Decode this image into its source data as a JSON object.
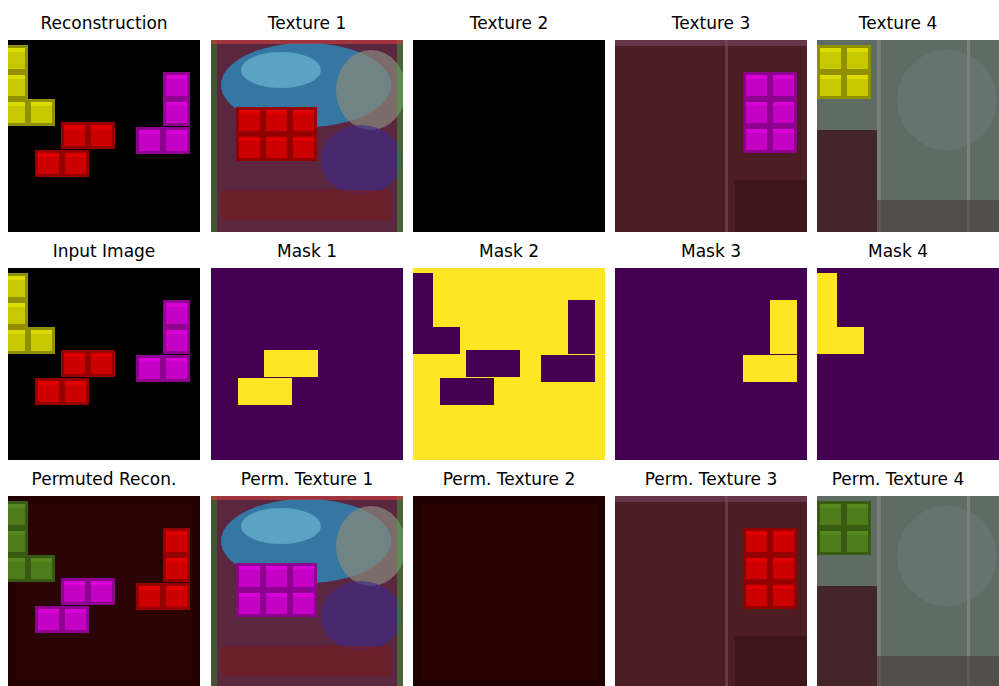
{
  "diagram": {
    "nodes": [
      {
        "text": [
          "Reconstruction"
        ]
      },
      {
        "text": [
          "Texture 1"
        ]
      },
      {
        "text": [
          "Texture 2"
        ]
      },
      {
        "text": [
          "Texture 3"
        ]
      },
      {
        "text": [
          "Texture 4"
        ]
      },
      {
        "text": [
          "Input Image"
        ]
      },
      {
        "text": [
          "Mask 1"
        ]
      },
      {
        "text": [
          "Mask 2"
        ]
      },
      {
        "text": [
          "Mask 3"
        ]
      },
      {
        "text": [
          "Mask 4"
        ]
      },
      {
        "text": [
          "Permuted Recon."
        ]
      },
      {
        "text": [
          "Perm. Texture 1"
        ]
      },
      {
        "text": [
          "Perm. Texture 2"
        ]
      },
      {
        "text": [
          "Perm. Texture 3"
        ]
      },
      {
        "text": [
          "Perm. Texture 4"
        ]
      }
    ]
  }
}
